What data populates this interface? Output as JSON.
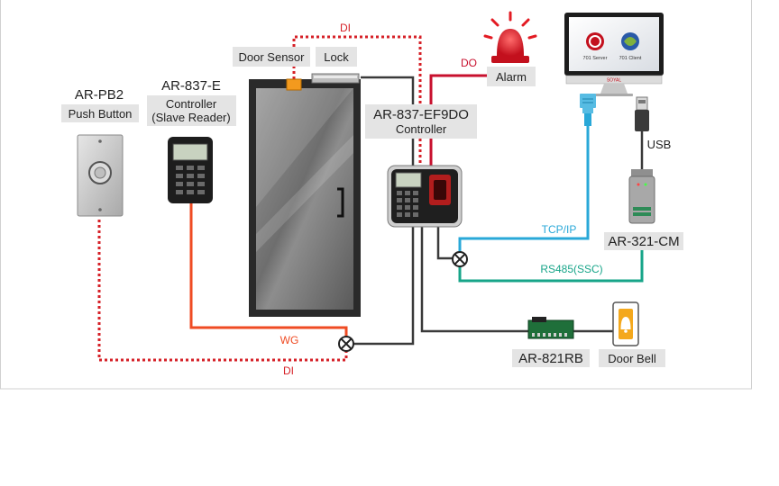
{
  "labels": {
    "pb2_model": "AR-PB2",
    "pb2_desc": "Push Button",
    "e837_model": "AR-837-E",
    "e837_desc1": "Controller",
    "e837_desc2": "(Slave Reader)",
    "door_sensor": "Door Sensor",
    "lock": "Lock",
    "ef9do_model": "AR-837-EF9DO",
    "ef9do_desc": "Controller",
    "alarm": "Alarm",
    "cm321": "AR-321-CM",
    "rb821": "AR-821RB",
    "door_bell": "Door Bell",
    "usb": "USB",
    "server": "701 Server",
    "client": "701 Client",
    "monitor_brand": "SOYAL"
  },
  "wires": {
    "di_top": "DI",
    "do": "DO",
    "wg": "WG",
    "di_bottom": "DI",
    "tcpip": "TCP/IP",
    "rs485": "RS485(SSC)"
  },
  "colors": {
    "di": "#d62027",
    "do": "#c8102e",
    "wg": "#ef4b23",
    "tcpip": "#29a8d8",
    "rs485": "#17a589",
    "bus": "#3a3a3a",
    "label_bg": "#e4e4e4"
  }
}
